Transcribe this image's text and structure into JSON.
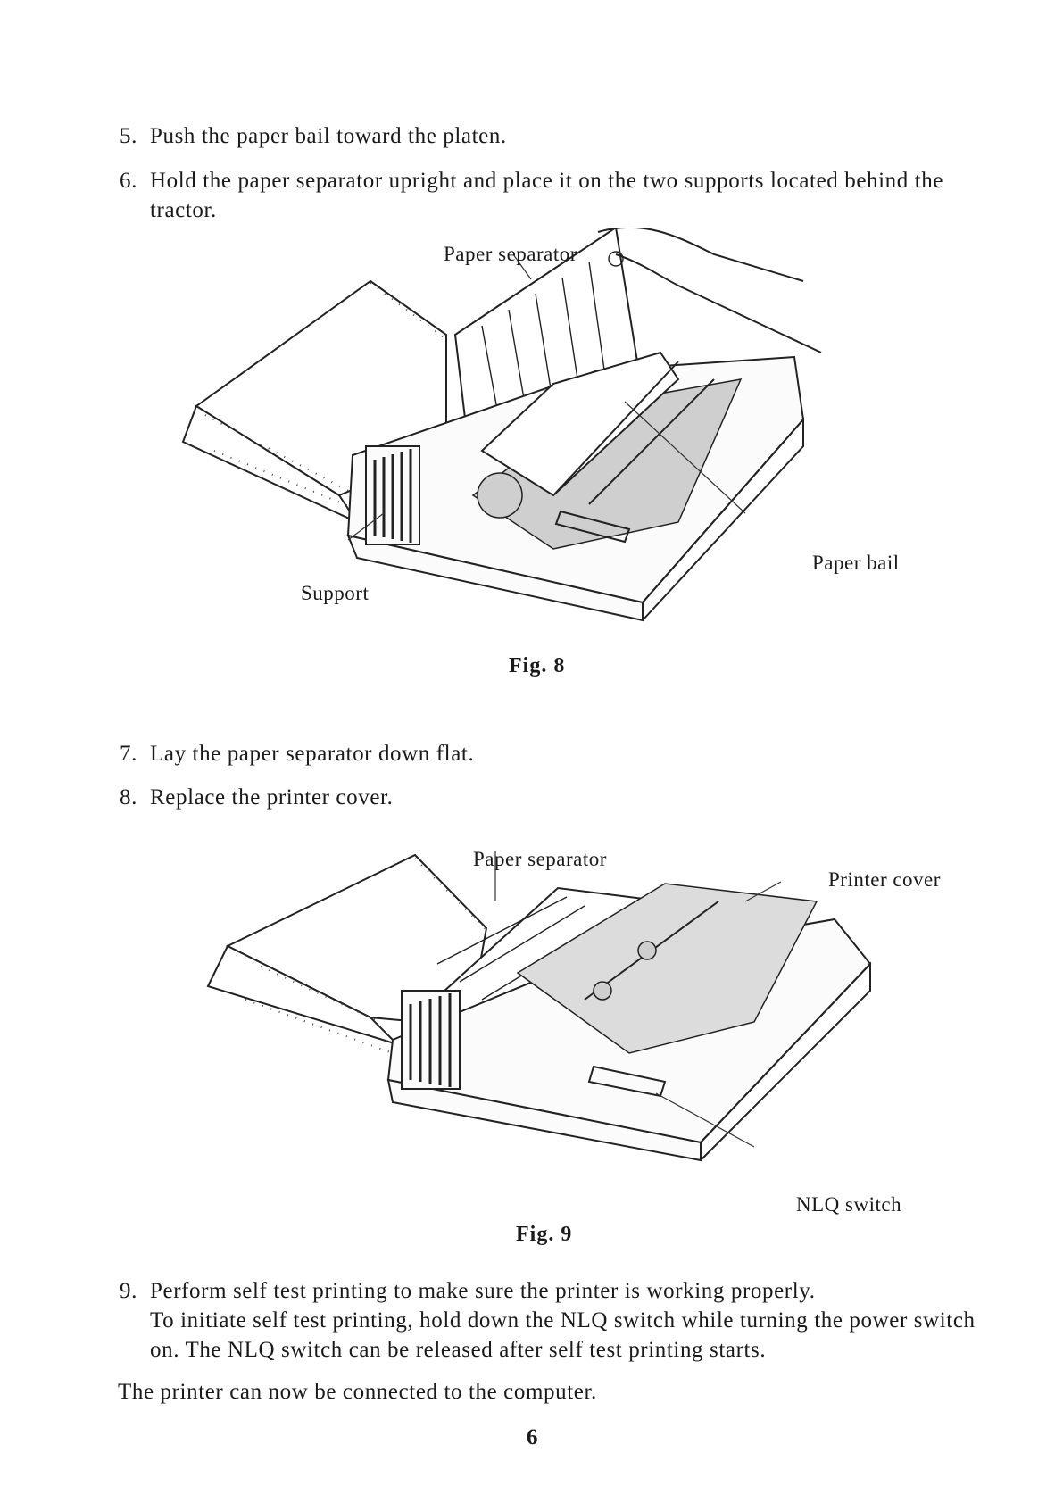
{
  "steps_top": [
    {
      "num": "5.",
      "text": "Push the paper bail toward the platen."
    },
    {
      "num": "6.",
      "text": "Hold the paper separator upright and place it on the two supports located behind the tractor."
    }
  ],
  "figure_8": {
    "labels": {
      "paper_separator": "Paper separator",
      "paper_bail": "Paper bail",
      "support": "Support"
    },
    "caption": "Fig. 8"
  },
  "steps_middle": [
    {
      "num": "7.",
      "text": "Lay the paper separator down flat."
    },
    {
      "num": "8.",
      "text": "Replace the printer cover."
    }
  ],
  "figure_9": {
    "labels": {
      "paper_separator": "Paper separator",
      "printer_cover": "Printer cover",
      "nlq_switch": "NLQ switch"
    },
    "caption": "Fig. 9"
  },
  "step_9": {
    "num": "9.",
    "line1": "Perform self test printing to make sure the printer is working properly.",
    "line2": "To initiate self test printing, hold down the NLQ switch while turning the power switch on. The NLQ switch can be released after self test printing starts."
  },
  "closing": "The printer can now be connected to the computer.",
  "page_number": "6"
}
